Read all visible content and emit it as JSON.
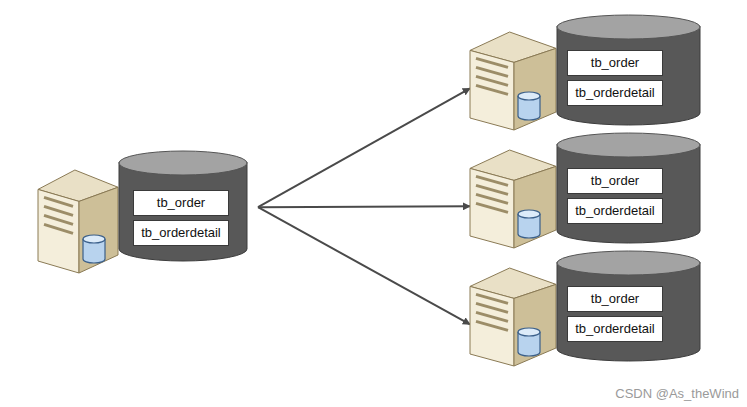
{
  "diagram": {
    "nodes": [
      {
        "text": []
      },
      {
        "text": [
          "tb_order"
        ],
        "in": 0
      },
      {
        "text": [
          "tb_orderdetail"
        ],
        "in": 0
      },
      {
        "text": []
      },
      {
        "text": [
          "tb_order"
        ],
        "in": 3
      },
      {
        "text": [
          "tb_orderdetail"
        ],
        "in": 3
      },
      {
        "text": []
      },
      {
        "text": [
          "tb_order"
        ],
        "in": 6
      },
      {
        "text": [
          "tb_orderdetail"
        ],
        "in": 6
      },
      {
        "text": []
      },
      {
        "text": [
          "tb_order"
        ],
        "in": 9
      },
      {
        "text": [
          "tb_orderdetail"
        ],
        "in": 9
      }
    ],
    "edges": [
      {
        "from": 0,
        "to": 3,
        "arrow": "to"
      },
      {
        "from": 0,
        "to": 6,
        "arrow": "to"
      },
      {
        "from": 0,
        "to": 9,
        "arrow": "to"
      }
    ],
    "labels": [
      "CSDN @As_theWind"
    ]
  }
}
